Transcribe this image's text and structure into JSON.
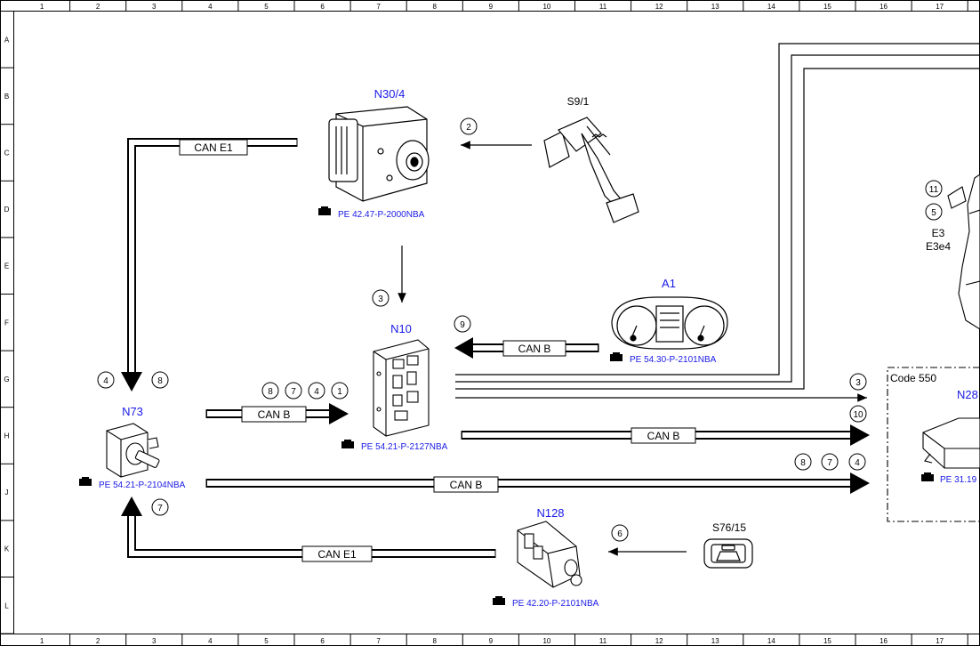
{
  "grid": {
    "columns": [
      "1",
      "2",
      "3",
      "4",
      "5",
      "6",
      "7",
      "8",
      "9",
      "10",
      "11",
      "12",
      "13",
      "14",
      "15",
      "16",
      "17"
    ],
    "rows": [
      "A",
      "B",
      "C",
      "D",
      "E",
      "F",
      "G",
      "H",
      "J",
      "K",
      "L"
    ]
  },
  "components": {
    "n30_4": {
      "label": "N30/4",
      "ref": "PE 42.47-P-2000NBA"
    },
    "s9_1": {
      "label": "S9/1"
    },
    "n10": {
      "label": "N10",
      "ref": "PE 54.21-P-2127NBA"
    },
    "a1": {
      "label": "A1",
      "ref": "PE 54.30-P-2101NBA"
    },
    "n73": {
      "label": "N73",
      "ref": "PE 54.21-P-2104NBA"
    },
    "n128": {
      "label": "N128",
      "ref": "PE 42.20-P-2101NBA"
    },
    "s76_15": {
      "label": "S76/15"
    },
    "e3": {
      "label1": "E3",
      "label2": "E3e4"
    },
    "n28": {
      "label": "N28",
      "ref": "PE 31.19"
    },
    "code550": {
      "label": "Code 550"
    }
  },
  "bus": {
    "can_e1": "CAN E1",
    "can_b": "CAN B"
  },
  "markers": {
    "m2": "2",
    "m3": "3",
    "m9": "9",
    "m11": "11",
    "m5": "5",
    "m4": "4",
    "m8": "8",
    "m7": "7",
    "m1": "1",
    "m10": "10",
    "m6": "6"
  }
}
